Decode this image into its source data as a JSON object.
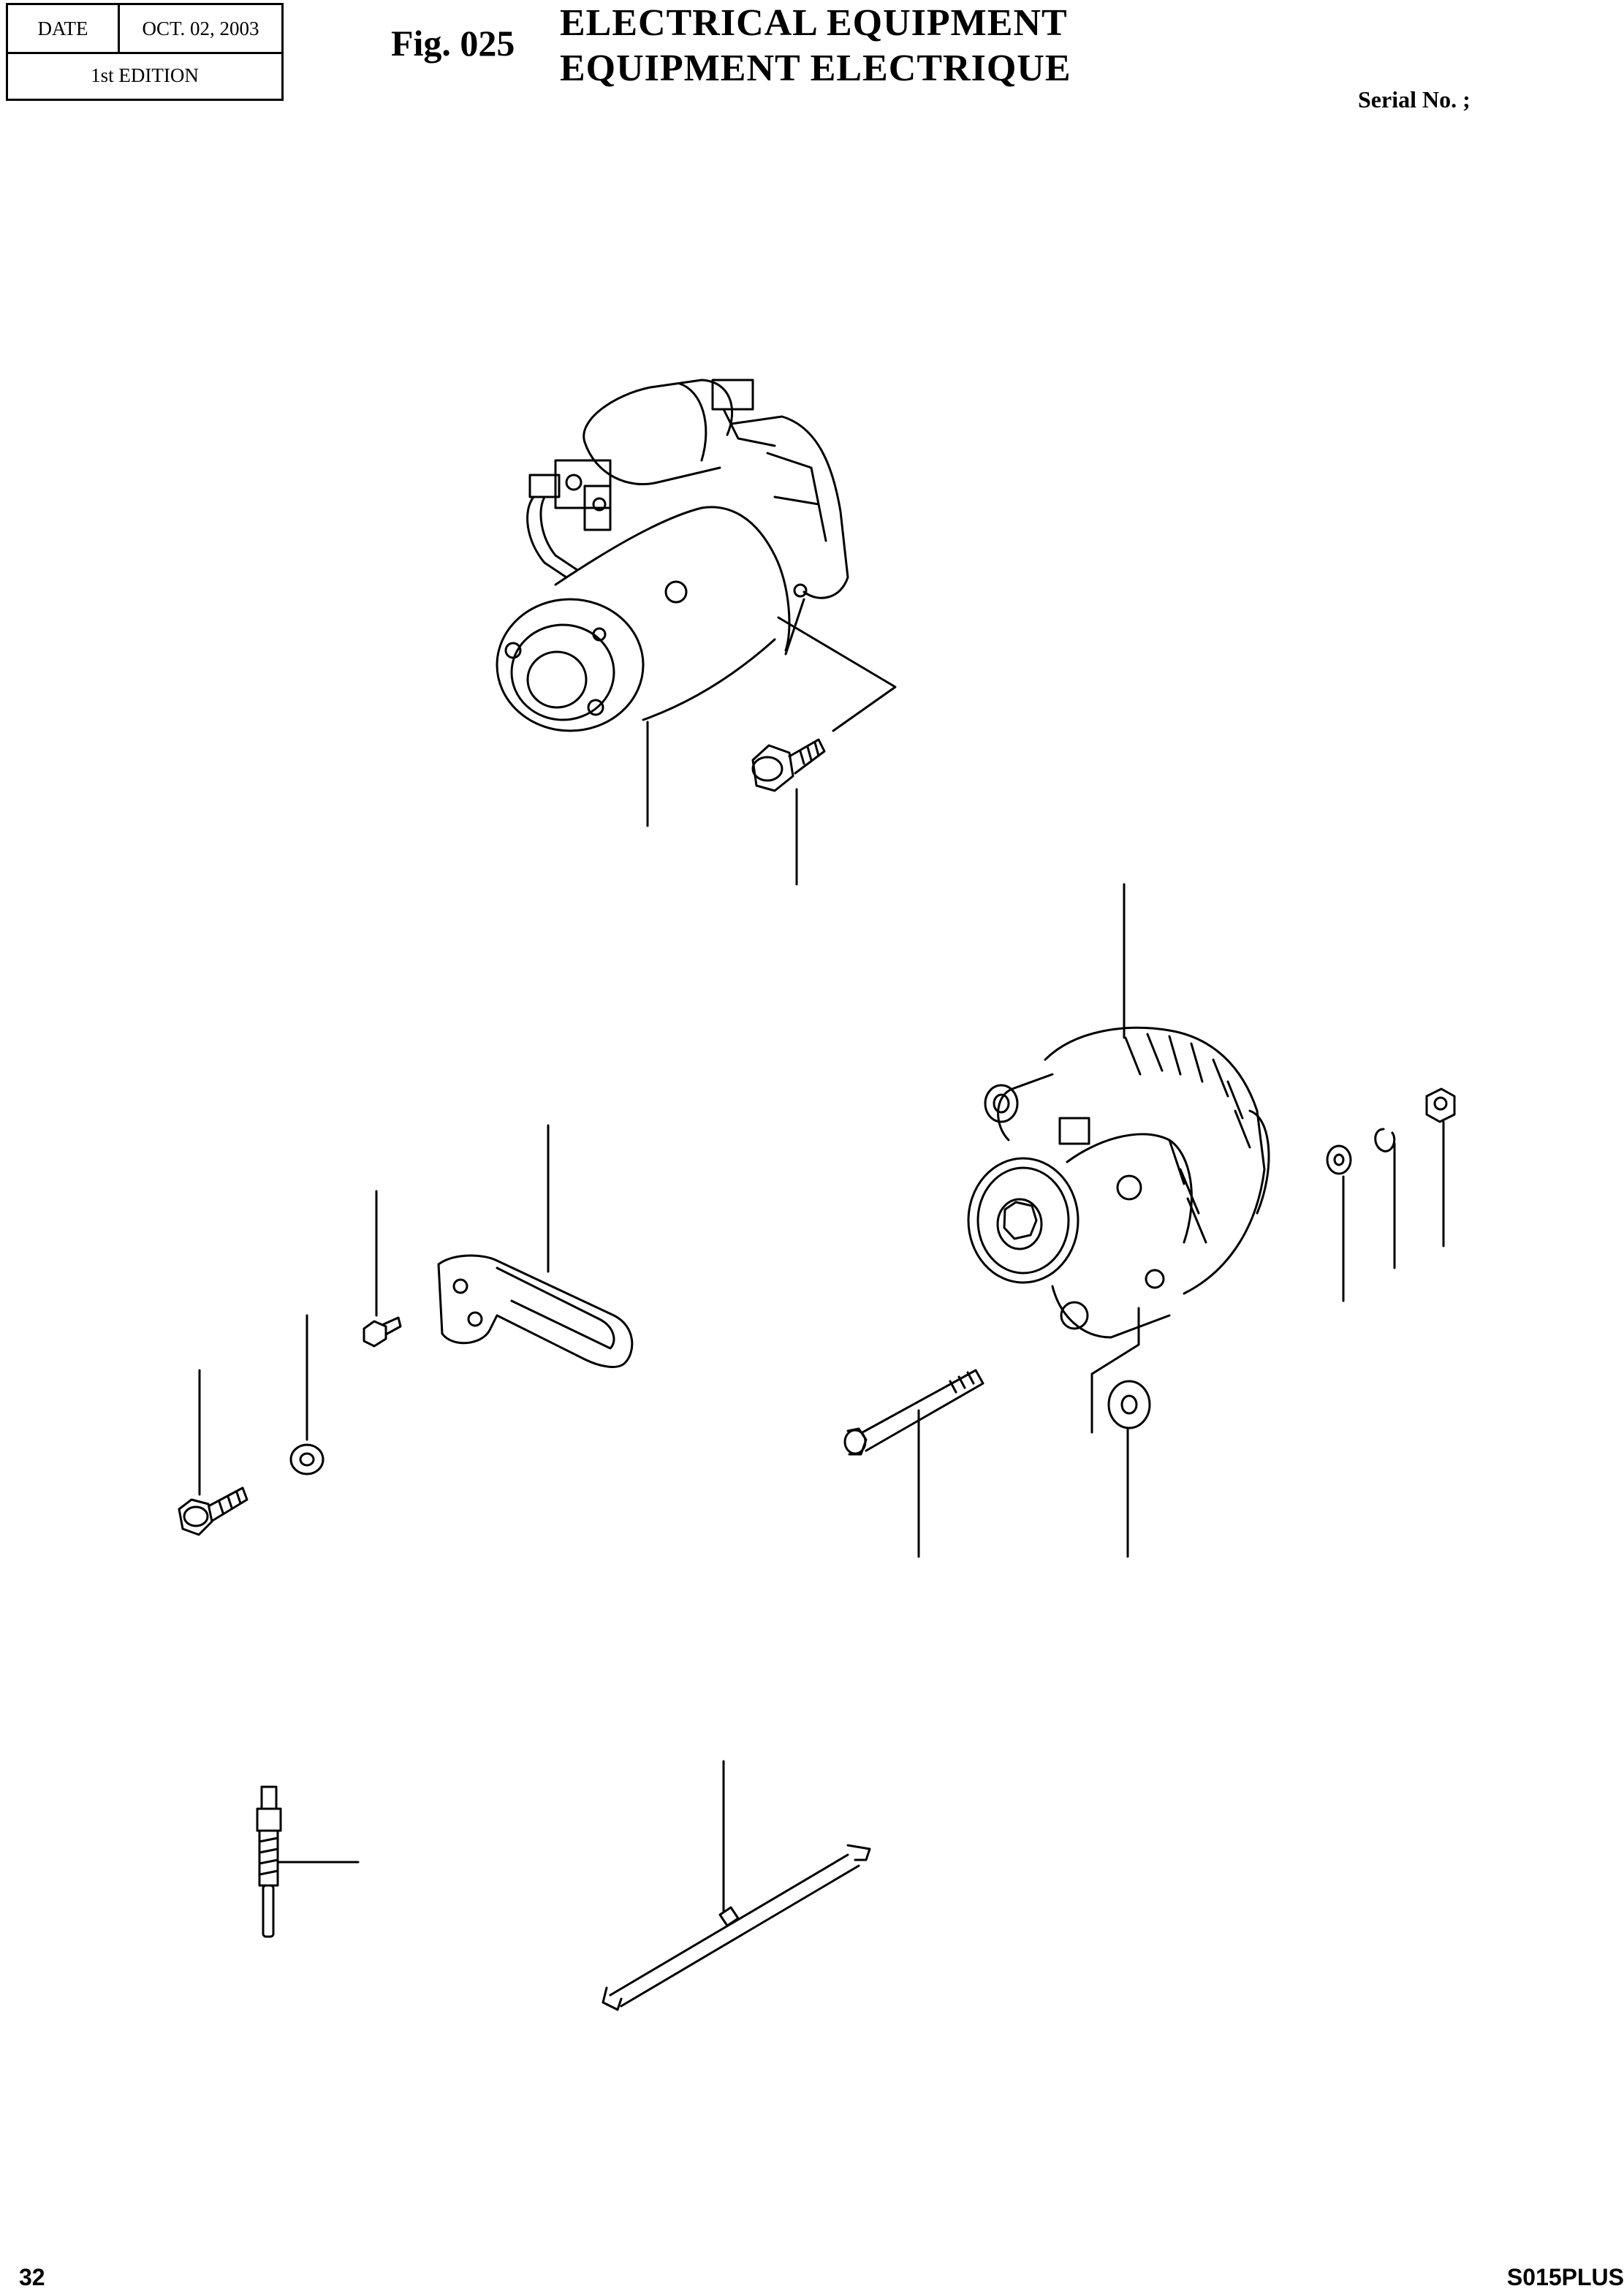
{
  "header": {
    "date_label": "DATE",
    "date_value": "OCT. 02, 2003",
    "edition": "1st EDITION",
    "figure_number": "Fig. 025",
    "title_en": "ELECTRICAL EQUIPMENT",
    "title_fr": "EQUIPMENT ELECTRIQUE",
    "serial_label": "Serial No. ;"
  },
  "footer": {
    "page_number": "32",
    "model": "S015PLUS"
  },
  "diagram": {
    "parts": [
      "starter-motor",
      "starter-bolt",
      "alternator",
      "alternator-bracket",
      "bracket-bolt",
      "spacer",
      "adjusting-bolt",
      "long-bolt",
      "washer",
      "nut",
      "spring-washer",
      "glow-plug",
      "glow-plug-connector"
    ]
  }
}
